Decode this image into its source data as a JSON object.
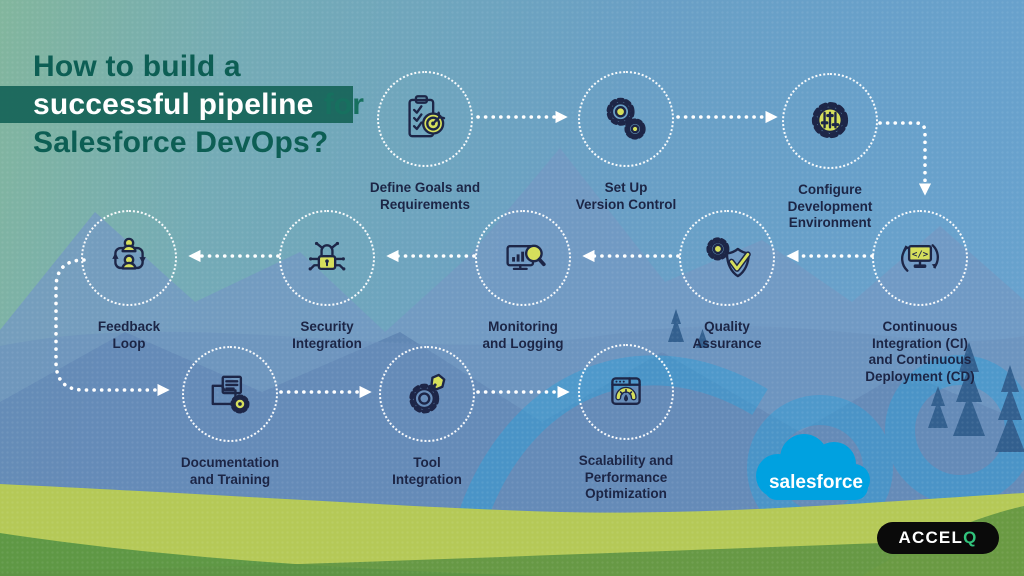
{
  "title": {
    "line1": "How to build a",
    "line2_highlight": "successful pipeline",
    "line2_suffix": "for",
    "line3": "Salesforce DevOps?"
  },
  "steps": [
    {
      "label": "Define Goals and\nRequirements",
      "icon": "clipboard-target-icon"
    },
    {
      "label": "Set Up\nVersion Control",
      "icon": "gears-icon"
    },
    {
      "label": "Configure\nDevelopment\nEnvironment",
      "icon": "gear-sliders-icon"
    },
    {
      "label": "Continuous\nIntegration (CI)\nand Continuous\nDeployment (CD)",
      "icon": "ci-cd-monitor-icon"
    },
    {
      "label": "Quality\nAssurance",
      "icon": "shield-check-gear-icon"
    },
    {
      "label": "Monitoring\nand Logging",
      "icon": "monitor-magnifier-icon"
    },
    {
      "label": "Security\nIntegration",
      "icon": "padlock-circuit-icon"
    },
    {
      "label": "Feedback\nLoop",
      "icon": "people-loop-icon"
    },
    {
      "label": "Documentation\nand Training",
      "icon": "folder-gear-icon"
    },
    {
      "label": "Tool\nIntegration",
      "icon": "gear-wrench-icon"
    },
    {
      "label": "Scalability and\nPerformance\nOptimization",
      "icon": "speed-gauge-icon"
    }
  ],
  "logos": {
    "salesforce": "salesforce",
    "accelq_main": "ACCEL",
    "accelq_q": "Q"
  },
  "colors": {
    "accent_yellow": "#d6df5c",
    "icon_navy": "#1d2647",
    "salesforce_blue": "#00a1e0",
    "accelq_green": "#31c37c",
    "title_dark_teal": "#0d5e54",
    "highlight_band_teal": "#166458",
    "arrow_white": "#ffffff"
  }
}
